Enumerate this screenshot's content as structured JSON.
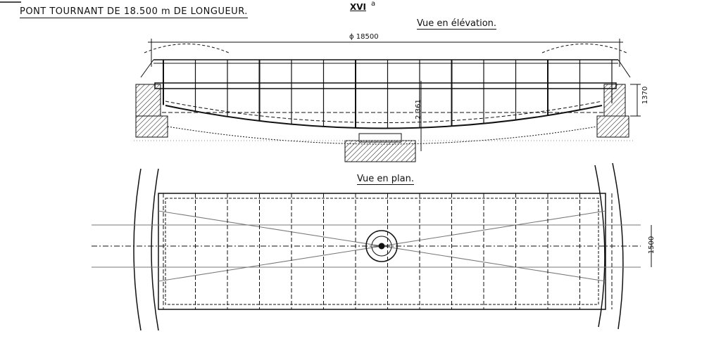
{
  "title": "PONT TOURNANT DE 18.500 m DE LONGUEUR.",
  "plate_number": "XVI",
  "plate_suffix": "a",
  "views": {
    "elevation_label": "Vue en élévation.",
    "plan_label": "Vue en plan."
  },
  "dimensions": {
    "diameter": "ϕ 18500",
    "end_height": "1370",
    "center_height": "2.361",
    "track_width": "1500"
  },
  "colors": {
    "ink": "#111111",
    "paper": "#ffffff"
  }
}
